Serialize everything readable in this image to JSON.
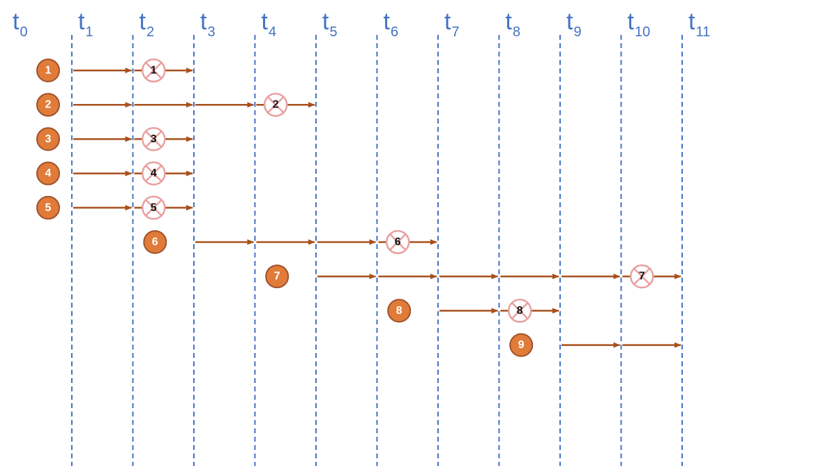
{
  "timeline": {
    "labels": [
      {
        "base": "t",
        "sub": "0"
      },
      {
        "base": "t",
        "sub": "1"
      },
      {
        "base": "t",
        "sub": "2"
      },
      {
        "base": "t",
        "sub": "3"
      },
      {
        "base": "t",
        "sub": "4"
      },
      {
        "base": "t",
        "sub": "5"
      },
      {
        "base": "t",
        "sub": "6"
      },
      {
        "base": "t",
        "sub": "7"
      },
      {
        "base": "t",
        "sub": "8"
      },
      {
        "base": "t",
        "sub": "9"
      },
      {
        "base": "t",
        "sub": "10"
      },
      {
        "base": "t",
        "sub": "11"
      }
    ]
  },
  "processes": [
    {
      "id": "1",
      "start": 0,
      "end": 2
    },
    {
      "id": "2",
      "start": 0,
      "end": 4
    },
    {
      "id": "3",
      "start": 0,
      "end": 2
    },
    {
      "id": "4",
      "start": 0,
      "end": 2
    },
    {
      "id": "5",
      "start": 0,
      "end": 2
    },
    {
      "id": "6",
      "start": 2,
      "end": 6
    },
    {
      "id": "7",
      "start": 4,
      "end": 10
    },
    {
      "id": "8",
      "start": 6,
      "end": 8
    },
    {
      "id": "9",
      "start": 8,
      "end": 11,
      "open": true
    }
  ],
  "colors": {
    "timeline": "#4472C4",
    "active_fill": "#E07B39",
    "active_stroke": "#A0522D",
    "arrow": "#A8501E",
    "ended": "#E8A0A0"
  }
}
